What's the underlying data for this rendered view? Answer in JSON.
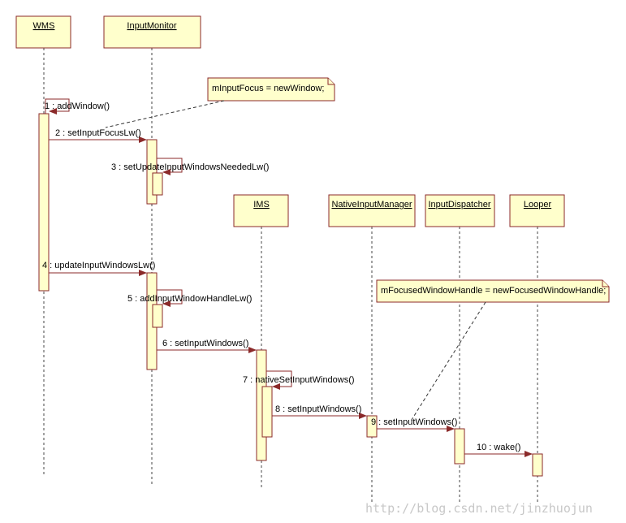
{
  "diagram": {
    "lifelines": [
      {
        "id": "wms",
        "label": "WMS"
      },
      {
        "id": "inputmonitor",
        "label": "InputMonitor"
      },
      {
        "id": "ims",
        "label": "IMS"
      },
      {
        "id": "nim",
        "label": "NativeInputManager"
      },
      {
        "id": "dispatcher",
        "label": "InputDispatcher"
      },
      {
        "id": "looper",
        "label": "Looper"
      }
    ],
    "messages": [
      {
        "label": "1 : addWindow()"
      },
      {
        "label": "2 : setInputFocusLw()"
      },
      {
        "label": "3 : setUpdateInputWindowsNeededLw()"
      },
      {
        "label": "4 : updateInputWindowsLw()"
      },
      {
        "label": "5 : addInputWindowHandleLw()"
      },
      {
        "label": "6 : setInputWindows()"
      },
      {
        "label": "7 : nativeSetInputWindows()"
      },
      {
        "label": "8 : setInputWindows()"
      },
      {
        "label": "9 : setInputWindows()"
      },
      {
        "label": "10 : wake()"
      }
    ],
    "notes": [
      {
        "text": "mInputFocus = newWindow;"
      },
      {
        "text": "mFocusedWindowHandle = newFocusedWindowHandle;"
      }
    ],
    "colors": {
      "box_fill": "#ffffcc",
      "border": "#8b2a2a"
    }
  },
  "watermark": "http://blog.csdn.net/jinzhuojun"
}
